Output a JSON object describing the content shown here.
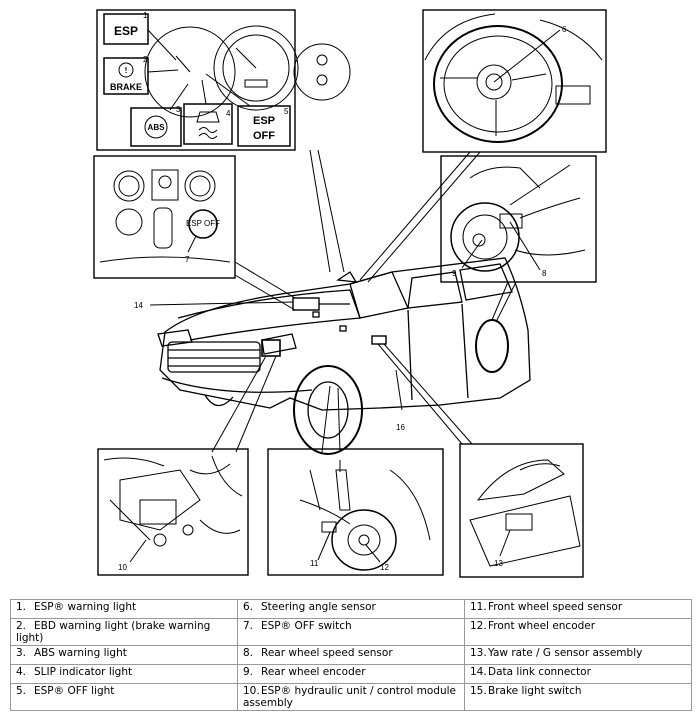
{
  "indicators": {
    "esp": "ESP",
    "brake": "BRAKE",
    "abs": "ABS",
    "esp_off_line1": "ESP",
    "esp_off_line2": "OFF",
    "switch_text": "ESP OFF"
  },
  "callouts": {
    "c1": "1",
    "c2": "2",
    "c3": "3",
    "c4": "4",
    "c5": "5",
    "c6": "6",
    "c7": "7",
    "c8": "8",
    "c9": "9",
    "c10": "10",
    "c11": "11",
    "c12": "12",
    "c13": "13",
    "c14": "14",
    "c16": "16"
  },
  "legend": {
    "rows": [
      [
        {
          "num": "1.",
          "text": "ESP® warning light"
        },
        {
          "num": "6.",
          "text": "Steering angle sensor"
        },
        {
          "num": "11.",
          "text": "Front wheel speed sensor"
        }
      ],
      [
        {
          "num": "2.",
          "text": "EBD warning light (brake warning light)"
        },
        {
          "num": "7.",
          "text": "ESP® OFF switch"
        },
        {
          "num": "12.",
          "text": "Front wheel encoder"
        }
      ],
      [
        {
          "num": "3.",
          "text": "ABS warning light"
        },
        {
          "num": "8.",
          "text": "Rear wheel speed sensor"
        },
        {
          "num": "13.",
          "text": "Yaw rate / G sensor assembly"
        }
      ],
      [
        {
          "num": "4.",
          "text": "SLIP indicator light"
        },
        {
          "num": "9.",
          "text": "Rear wheel encoder"
        },
        {
          "num": "14.",
          "text": "Data link connector"
        }
      ],
      [
        {
          "num": "5.",
          "text": "ESP® OFF light"
        },
        {
          "num": "10.",
          "text": "ESP® hydraulic unit / control module assembly"
        },
        {
          "num": "15.",
          "text": "Brake light switch"
        }
      ]
    ]
  }
}
